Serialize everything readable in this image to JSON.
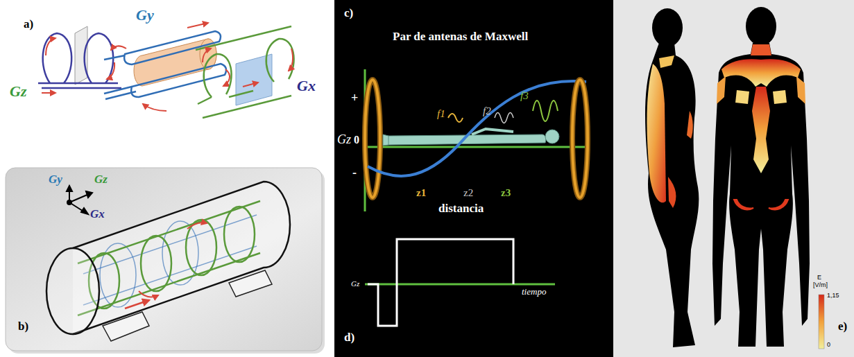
{
  "diagram": {
    "labels": [
      "a)",
      "Gz",
      "Gy",
      "Gx",
      "b)",
      "Gy",
      "Gz",
      "Gx",
      "c)",
      "Par de antenas de Maxwell",
      "+",
      "Gz",
      "0",
      "-",
      "f1",
      "f2",
      "f3",
      "z1",
      "z2",
      "z3",
      "distancia",
      "d)",
      "Gz",
      "tiempo",
      "e)",
      "E",
      "[V/m]",
      "1,15",
      "0"
    ]
  }
}
